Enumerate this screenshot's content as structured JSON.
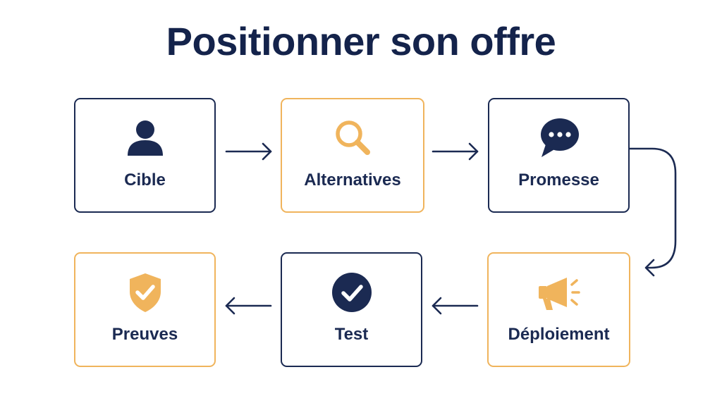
{
  "title": "Positionner son offre",
  "colors": {
    "navy": "#1b2a52",
    "accent": "#f0b45c",
    "background": "#ffffff"
  },
  "steps": [
    {
      "label": "Cible",
      "icon": "person-icon",
      "border": "navy"
    },
    {
      "label": "Alternatives",
      "icon": "search-icon",
      "border": "accent"
    },
    {
      "label": "Promesse",
      "icon": "speech-bubble-icon",
      "border": "navy"
    },
    {
      "label": "Déploiement",
      "icon": "megaphone-icon",
      "border": "accent"
    },
    {
      "label": "Test",
      "icon": "check-circle-icon",
      "border": "navy"
    },
    {
      "label": "Preuves",
      "icon": "shield-check-icon",
      "border": "accent"
    }
  ]
}
